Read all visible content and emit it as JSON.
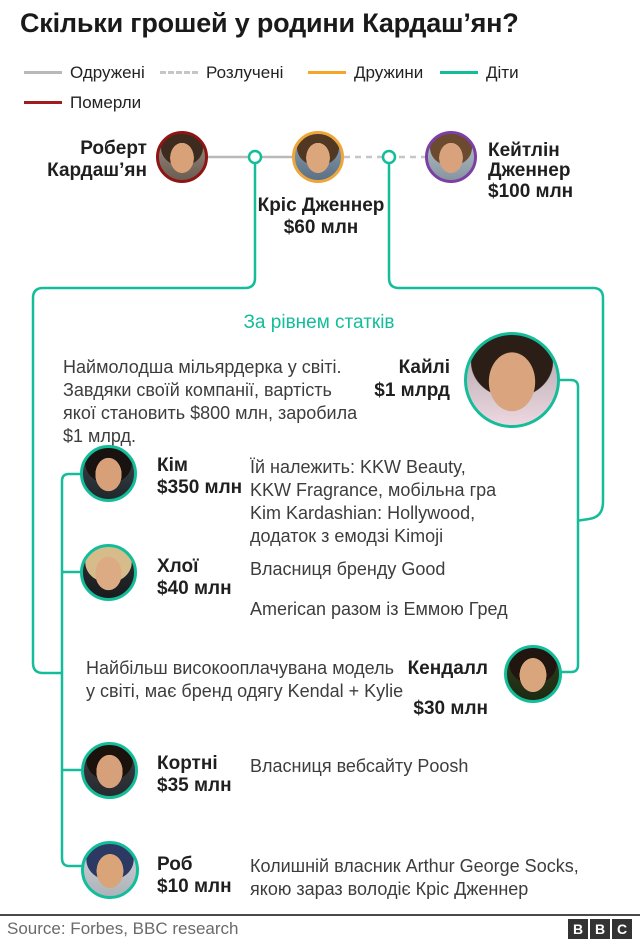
{
  "title": "Скільки грошей у родини Кардаш’ян?",
  "legend": {
    "married": "Одружені",
    "divorced": "Розлучені",
    "wives": "Дружини",
    "children": "Діти",
    "died": "Померли"
  },
  "colors": {
    "teal_children": "#14bd9a",
    "married_gray": "#b9b9b9",
    "divorced_gray": "#c6c6c6",
    "wives_orange": "#f7a529",
    "died_dark_red": "#a11d1d",
    "robert_ring": "#8e1513",
    "kris_ring": "#eda63b",
    "caitlyn_ring": "#7c3fa4"
  },
  "parents": {
    "robert": {
      "name": "Роберт\nКардаш’ян"
    },
    "kris": {
      "name": "Кріс Дженнер",
      "worth": "$60 млн"
    },
    "caitlyn": {
      "name": "Кейтлін\nДженнер",
      "worth": "$100 млн"
    }
  },
  "section_label": "За рівнем статків",
  "children": {
    "kylie": {
      "name": "Кайлі",
      "worth": "$1 млрд",
      "label_block": "Кайлі\n$1 млрд",
      "description": "Наймолодша мільярдерка у світі.\nЗавдяки своїй компанії, вартість\nякої становить $800 млн, заробила\n$1 млрд."
    },
    "kim": {
      "name": "Кім",
      "worth": "$350 млн",
      "label_block": "Кім\n$350 млн",
      "description": "Їй належить: KKW Beauty,\nKKW Fragrance, мобільна гра\nKim Kardashian: Hollywood,\nдодаток з емодзі Kimoji"
    },
    "khloe": {
      "name": "Хлої",
      "worth": "$40 млн",
      "label_block": "Хлої\n$40 млн",
      "description_line1": "Власниця бренду Good",
      "description_line2": "American разом із Еммою Гред"
    },
    "kendall": {
      "name": "Кендалл",
      "worth": "$30 млн",
      "description": "Найбільш високооплачувана модель\nу світі, має бренд одягу Kendal + Kylie"
    },
    "kourtney": {
      "name": "Кортні",
      "worth": "$35 млн",
      "label_block": "Кортні\n$35 млн",
      "description": "Власниця вебсайту Poosh"
    },
    "rob": {
      "name": "Роб",
      "worth": "$10 млн",
      "label_block": "Роб\n$10 млн",
      "description": "Колишній власник Arthur George Socks,\nякою зараз володіє Кріс Дженнер"
    }
  },
  "footer": {
    "source": "Source: Forbes, BBC research",
    "bbc_letters": [
      "B",
      "B",
      "C"
    ]
  }
}
